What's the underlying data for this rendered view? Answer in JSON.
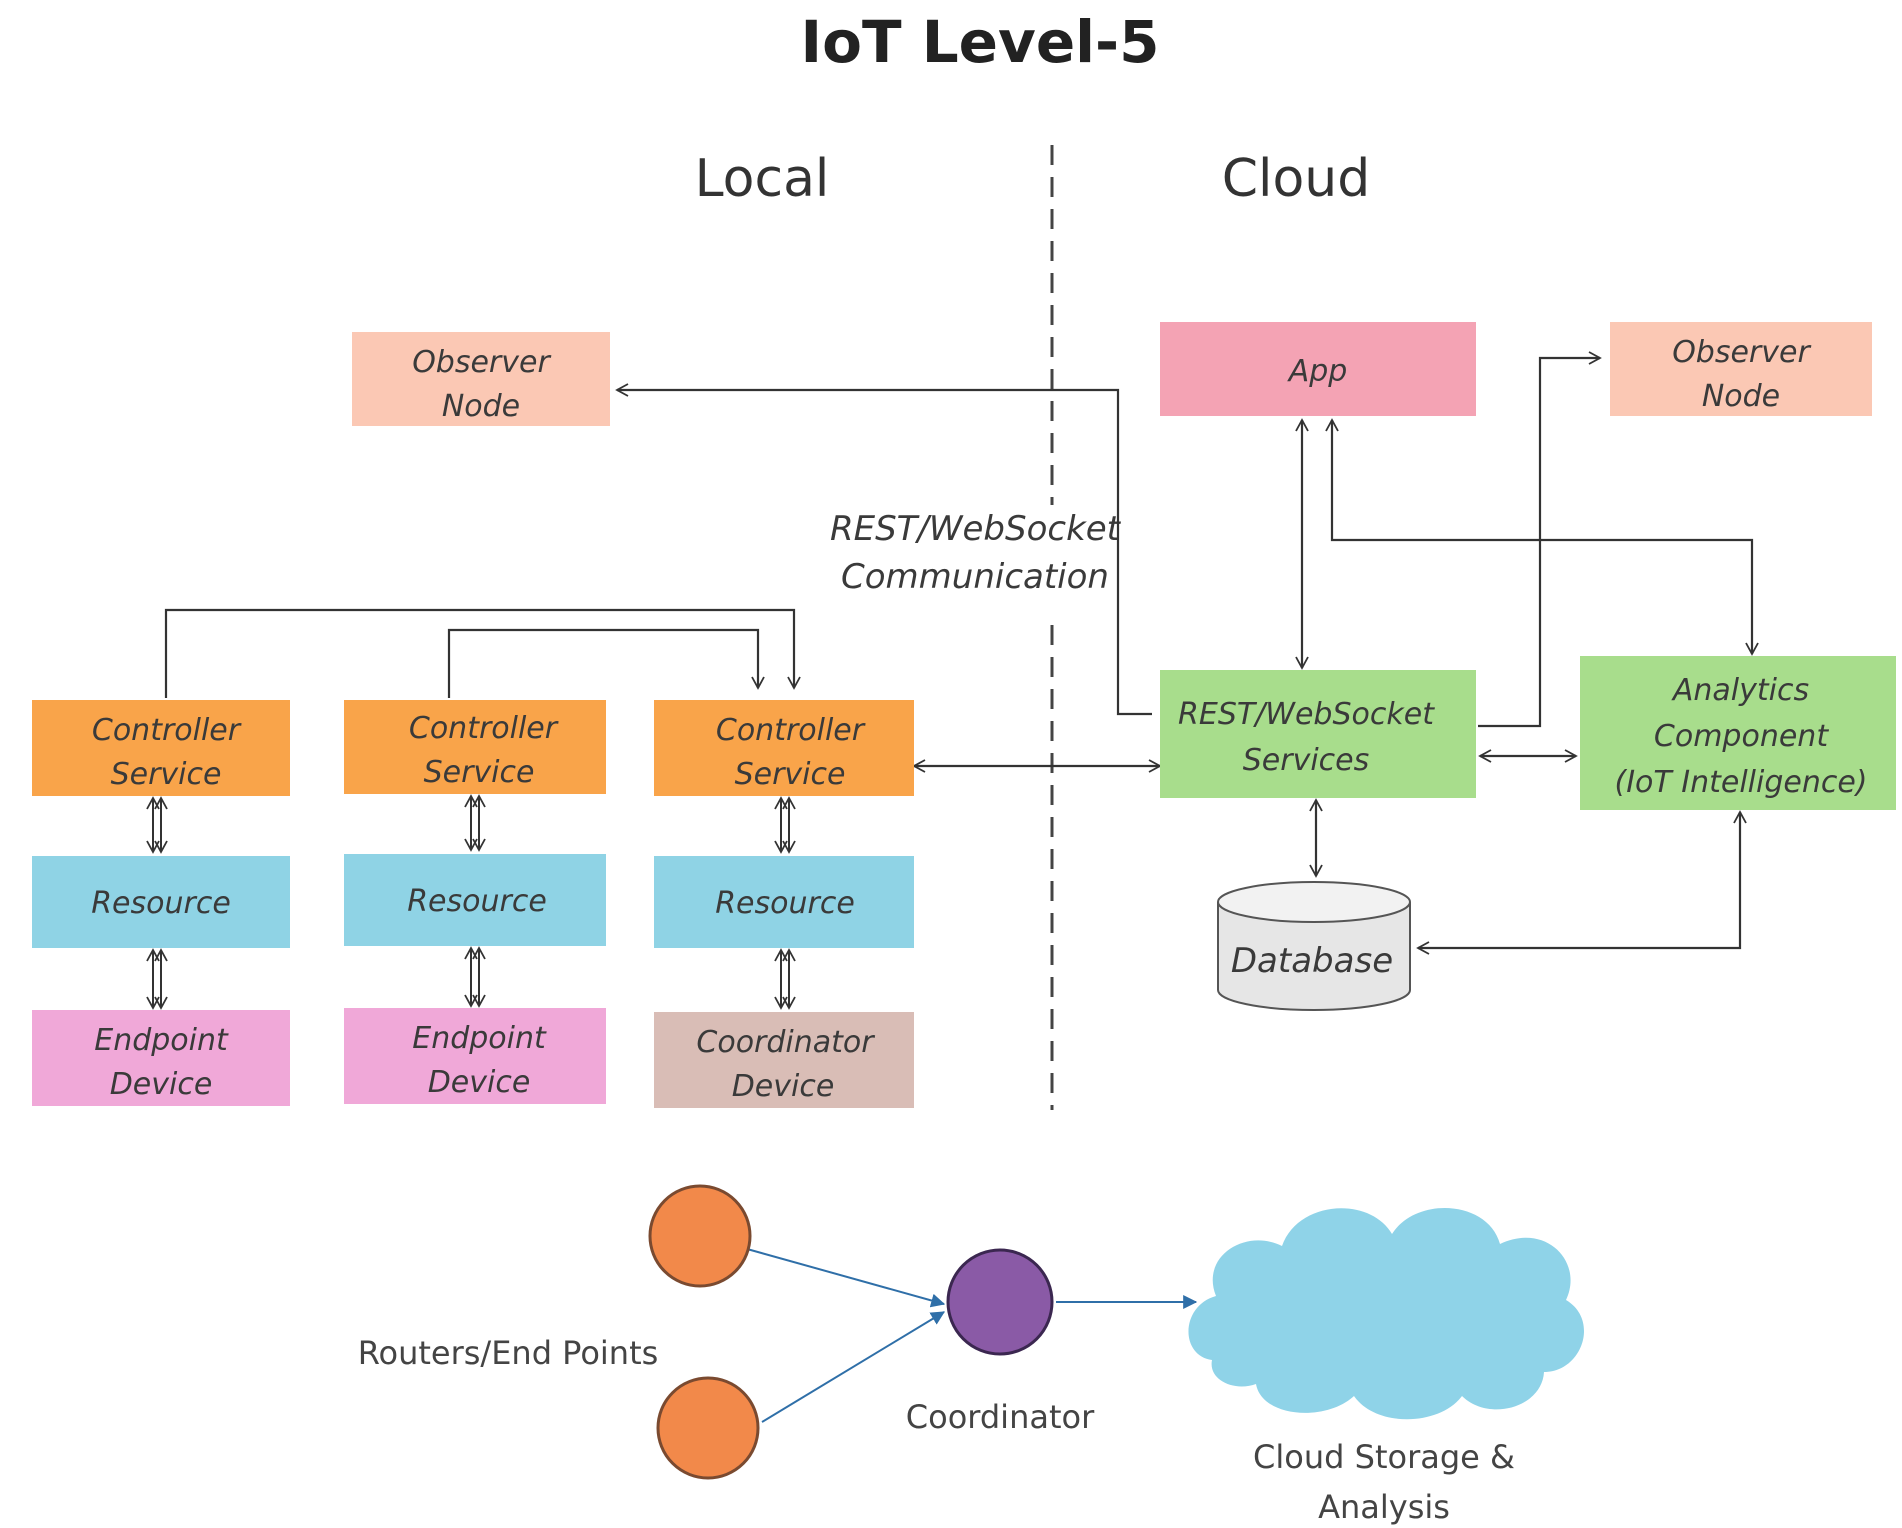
{
  "title": "IoT Level-5",
  "regions": {
    "local": "Local",
    "cloud": "Cloud"
  },
  "comm_label": {
    "line1": "REST/WebSocket",
    "line2": "Communication"
  },
  "local": {
    "observer_node": [
      "Observer",
      "Node"
    ],
    "stacks": [
      {
        "controller": [
          "Controller",
          "Service"
        ],
        "resource": "Resource",
        "device": [
          "Endpoint",
          "Device"
        ]
      },
      {
        "controller": [
          "Controller",
          "Service"
        ],
        "resource": "Resource",
        "device": [
          "Endpoint",
          "Device"
        ]
      },
      {
        "controller": [
          "Controller",
          "Service"
        ],
        "resource": "Resource",
        "device": [
          "Coordinator",
          "Device"
        ]
      }
    ]
  },
  "cloud": {
    "app": "App",
    "observer_node": [
      "Observer",
      "Node"
    ],
    "rest_services": [
      "REST/WebSocket",
      "Services"
    ],
    "analytics": [
      "Analytics",
      "Component",
      "(IoT Intelligence)"
    ],
    "database": "Database"
  },
  "legend": {
    "routers_label": "Routers/End Points",
    "coordinator_label": "Coordinator",
    "cloud_label": [
      "Cloud Storage &",
      "Analysis"
    ]
  },
  "colors": {
    "controller": "#f9a44a",
    "resource": "#8fd3e5",
    "endpoint_device": "#f0a8d8",
    "coordinator_device": "#d9bdb6",
    "observer_node": "#fbc8b4",
    "app": "#f4a3b4",
    "services": "#a8dd8c",
    "router_node": "#f2894a",
    "coordinator_node": "#8a5aa6",
    "cloud": "#8fd3e8"
  }
}
